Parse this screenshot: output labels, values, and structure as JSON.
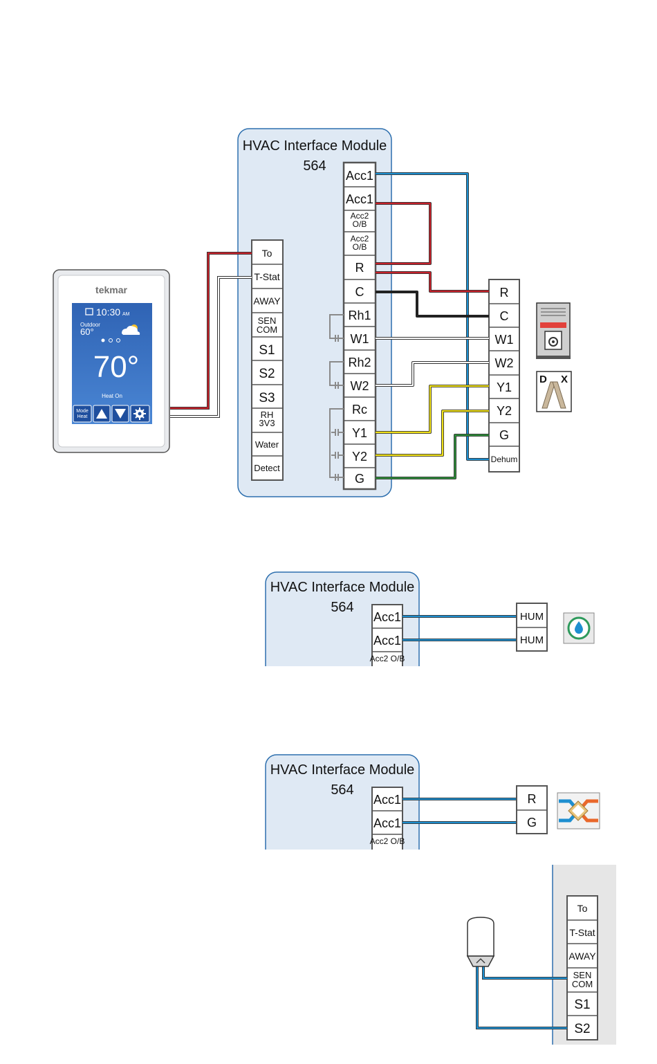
{
  "module": {
    "title": "HVAC Interface Module",
    "number": "564"
  },
  "left_terminals": [
    "To",
    "T-Stat",
    "AWAY",
    "SEN COM",
    "S1",
    "S2",
    "S3",
    "RH 3V3",
    "Water",
    "Detect"
  ],
  "right_terminals": [
    "Acc1",
    "Acc1",
    "Acc2 O/B",
    "Acc2 O/B",
    "R",
    "C",
    "Rh1",
    "W1",
    "Rh2",
    "W2",
    "Rc",
    "Y1",
    "Y2",
    "G"
  ],
  "equipment_terminals": [
    "R",
    "C",
    "W1",
    "W2",
    "Y1",
    "Y2",
    "G",
    "Dehum"
  ],
  "thermostat": {
    "brand": "tekmar",
    "time": "10:30",
    "ampm": "AM",
    "outdoor_label": "Outdoor",
    "outdoor_temp": "60°",
    "setpoint": "70°",
    "status": "Heat On",
    "mode_button": "Mode Heat"
  },
  "dx_labels": {
    "left": "D",
    "right": "X"
  },
  "humidifier_terminals": [
    "HUM",
    "HUM"
  ],
  "ventilator_terminals": [
    "R",
    "G"
  ],
  "partial_module_terminals": [
    "Acc1",
    "Acc1",
    "Acc2 O/B"
  ],
  "sensor_terminals": [
    "To",
    "T-Stat",
    "AWAY",
    "SEN COM",
    "S1",
    "S2"
  ],
  "wire_colors": {
    "red": "#c8232c",
    "black": "#222222",
    "white": "#ffffff",
    "yellow": "#f1e21a",
    "green": "#2f8f3a",
    "blue": "#1e8fd0",
    "module_fill": "#dfe9f4",
    "module_border": "#2d6fae"
  }
}
